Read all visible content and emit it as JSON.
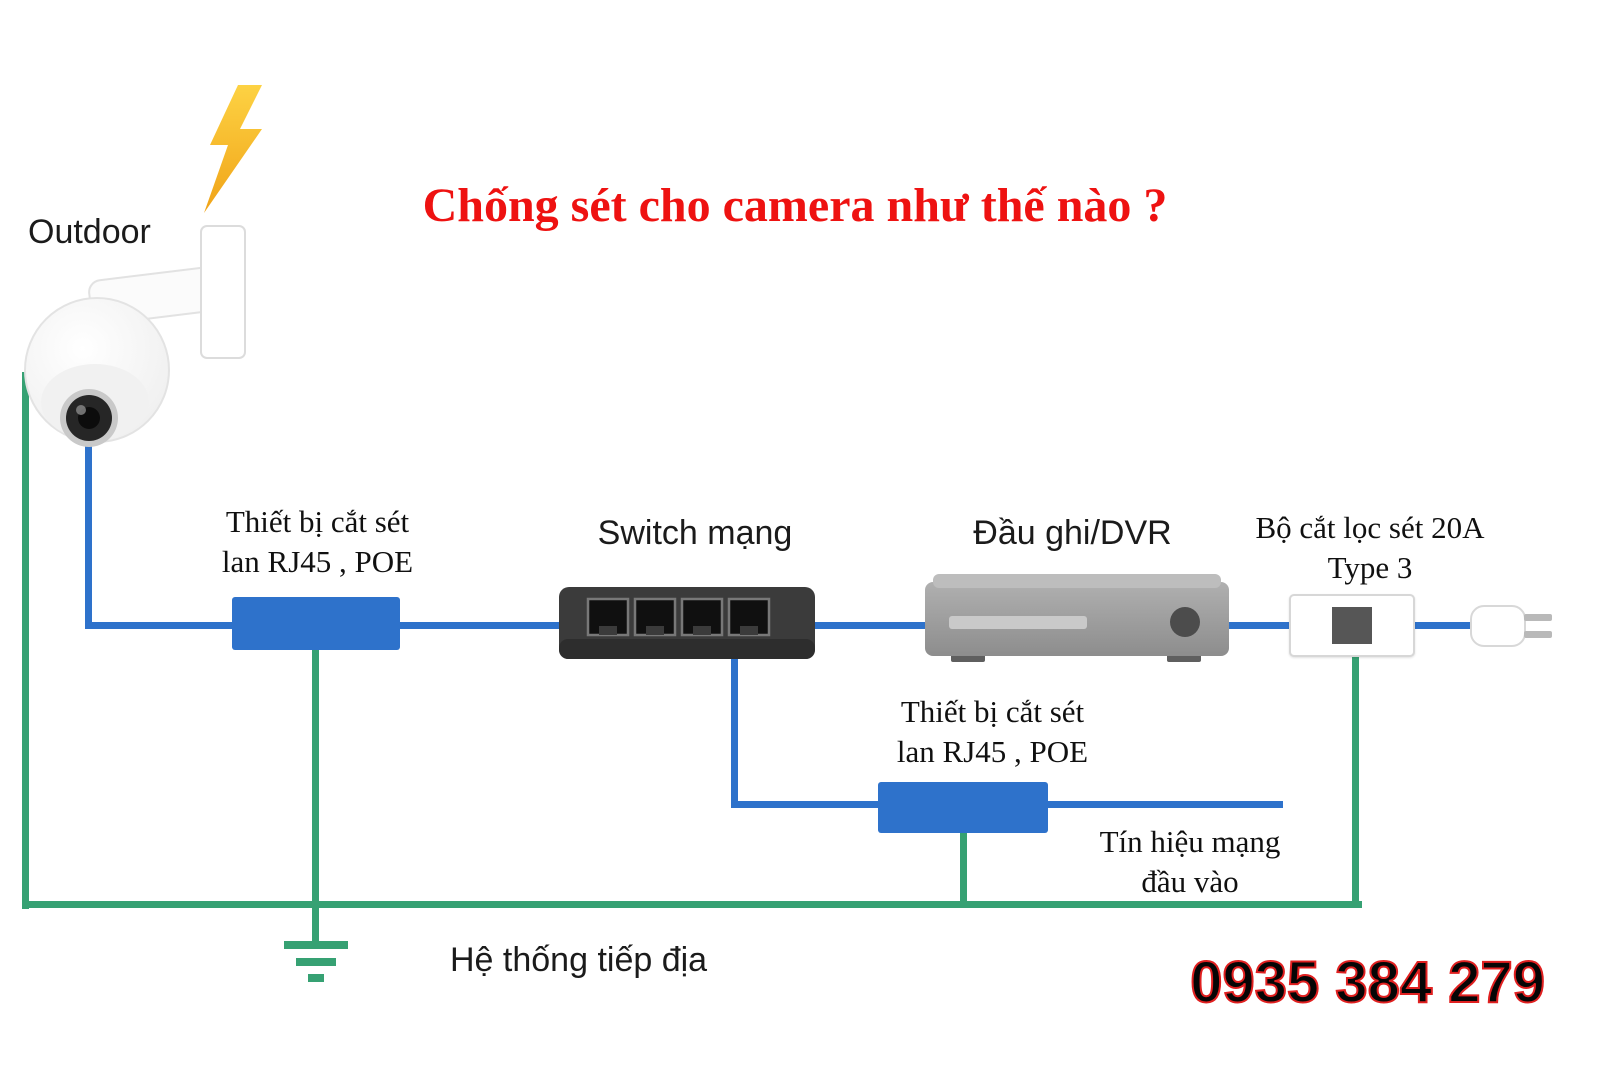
{
  "colors": {
    "title_red": "#ee1211",
    "wire_blue": "#2e72cb",
    "wire_green": "#36a173",
    "surge_box_blue": "#2e72cb",
    "lightning_yellow": "#f6b31f",
    "phone_black": "#050505",
    "phone_outline_red": "#e02020"
  },
  "header": {
    "title": "Chống sét cho camera như thế nào ?",
    "outdoor_label": "Outdoor"
  },
  "devices": {
    "surge_protector_1": {
      "label_line1": "Thiết bị cắt sét",
      "label_line2": "lan RJ45 , POE"
    },
    "network_switch": {
      "label": "Switch mạng"
    },
    "dvr": {
      "label": "Đầu ghi/DVR"
    },
    "surge_filter": {
      "label_line1": "Bộ cắt lọc sét 20A",
      "label_line2": "Type 3"
    },
    "surge_protector_2": {
      "label_line1": "Thiết bị cắt sét",
      "label_line2": "lan RJ45 , POE"
    }
  },
  "annotations": {
    "network_input_line1": "Tín hiệu mạng",
    "network_input_line2": "đầu vào",
    "grounding_label": "Hệ thống tiếp địa",
    "phone_number": "0935 384 279"
  }
}
